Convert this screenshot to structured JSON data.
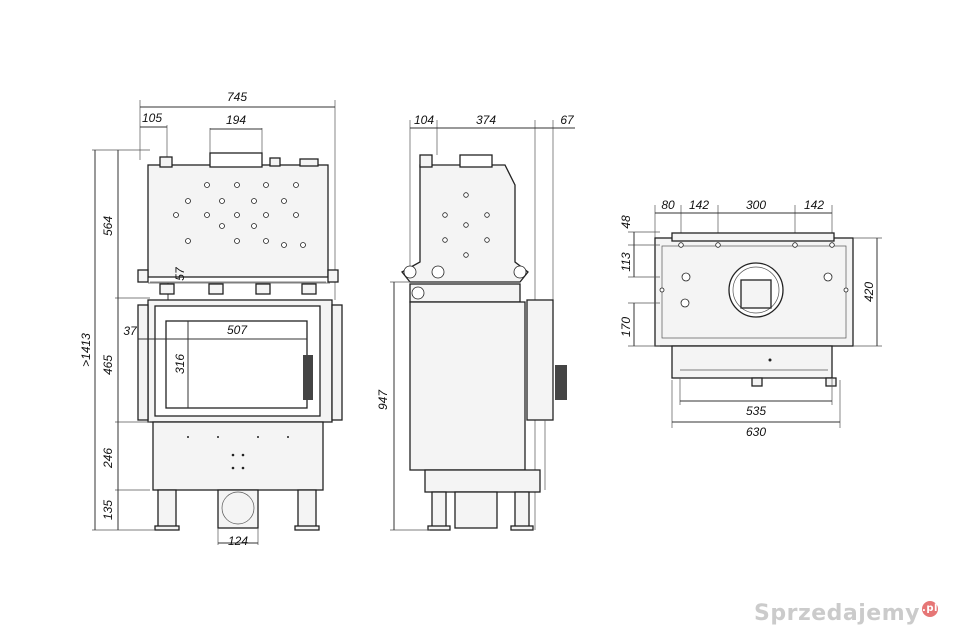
{
  "front_view": {
    "dims": {
      "overall_width": "745",
      "left_offset": "105",
      "flue_width": "194",
      "top_section_h": "564",
      "total_h": ">1413",
      "top_gap": "57",
      "glass_offset": "37",
      "glass_width": "507",
      "glass_height": "316",
      "door_h": "465",
      "lower_h": "246",
      "leg_h": "135",
      "air_inlet": "124"
    }
  },
  "side_view": {
    "dims": {
      "front_depth": "104",
      "body_depth": "374",
      "handle_depth": "67",
      "height": "947"
    }
  },
  "top_view": {
    "dims": {
      "d80": "80",
      "d142a": "142",
      "d300": "300",
      "d142b": "142",
      "d48": "48",
      "d113": "113",
      "d170": "170",
      "d420": "420",
      "d535": "535",
      "d630": "630"
    }
  },
  "watermark": {
    "text": "Sprzedajemy",
    "badge": ".pl"
  }
}
